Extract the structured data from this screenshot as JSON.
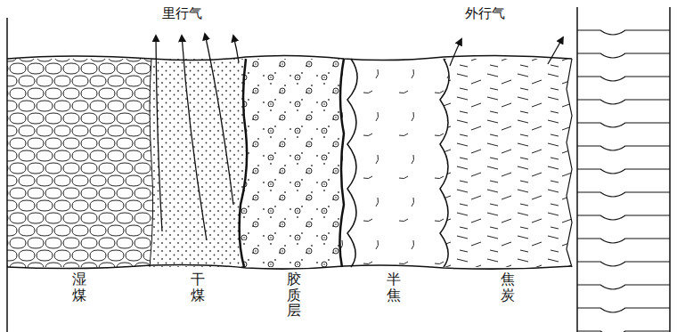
{
  "diagram": {
    "nodes": [
      {
        "text": [
          "湿煤"
        ]
      },
      {
        "text": [
          "干煤"
        ]
      },
      {
        "text": [
          "胶质层"
        ]
      },
      {
        "text": [
          "半焦"
        ]
      },
      {
        "text": [
          "焦炭"
        ]
      }
    ],
    "labels": [
      "里行气",
      "外行气"
    ]
  }
}
